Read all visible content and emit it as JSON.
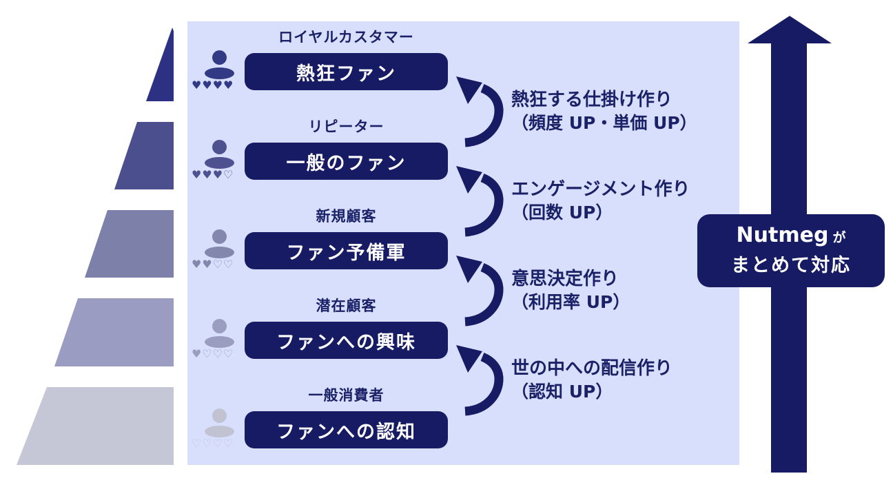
{
  "colors": {
    "navy": "#161b63",
    "text_navy": "#1b2167",
    "panel_bg": "#d8dffc",
    "white": "#ffffff",
    "pyramid_segments": [
      "#2d3183",
      "#4b4f8e",
      "#7d80a8",
      "#9a9cc1",
      "#c5c6d6"
    ],
    "level_icon_colors": [
      "#333a85",
      "#4d518f",
      "#8487ad",
      "#9b9dc0",
      "#c2c3d2"
    ]
  },
  "stages": [
    {
      "audience_label": "ロイヤルカスタマー",
      "stage_name": "熱狂ファン",
      "hearts": "♥♥♥♥",
      "hearts_filled": 4,
      "hearts_total": 4
    },
    {
      "audience_label": "リピーター",
      "stage_name": "一般のファン",
      "hearts": "♥♥♥♡",
      "hearts_filled": 3,
      "hearts_total": 4
    },
    {
      "audience_label": "新規顧客",
      "stage_name": "ファン予備軍",
      "hearts": "♥♥♡♡",
      "hearts_filled": 2,
      "hearts_total": 4
    },
    {
      "audience_label": "潜在顧客",
      "stage_name": "ファンへの興味",
      "hearts": "♥♡♡♡",
      "hearts_filled": 1,
      "hearts_total": 4
    },
    {
      "audience_label": "一般消費者",
      "stage_name": "ファンへの認知",
      "hearts": "♡♡♡♡",
      "hearts_filled": 0,
      "hearts_total": 4
    }
  ],
  "transitions": [
    {
      "action": "熱狂する仕掛け作り",
      "metric": "（頻度 UP・単価 UP）"
    },
    {
      "action": "エンゲージメント作り",
      "metric": "（回数 UP）"
    },
    {
      "action": "意思決定作り",
      "metric": "（利用率 UP）"
    },
    {
      "action": "世の中への配信作り",
      "metric": "（認知 UP）"
    }
  ],
  "side_callout": {
    "brand": "Nutmeg",
    "particle": "が",
    "line2": "まとめて対応"
  },
  "icons": {
    "heart_filled_glyph": "♥",
    "heart_outline_glyph": "♡"
  }
}
